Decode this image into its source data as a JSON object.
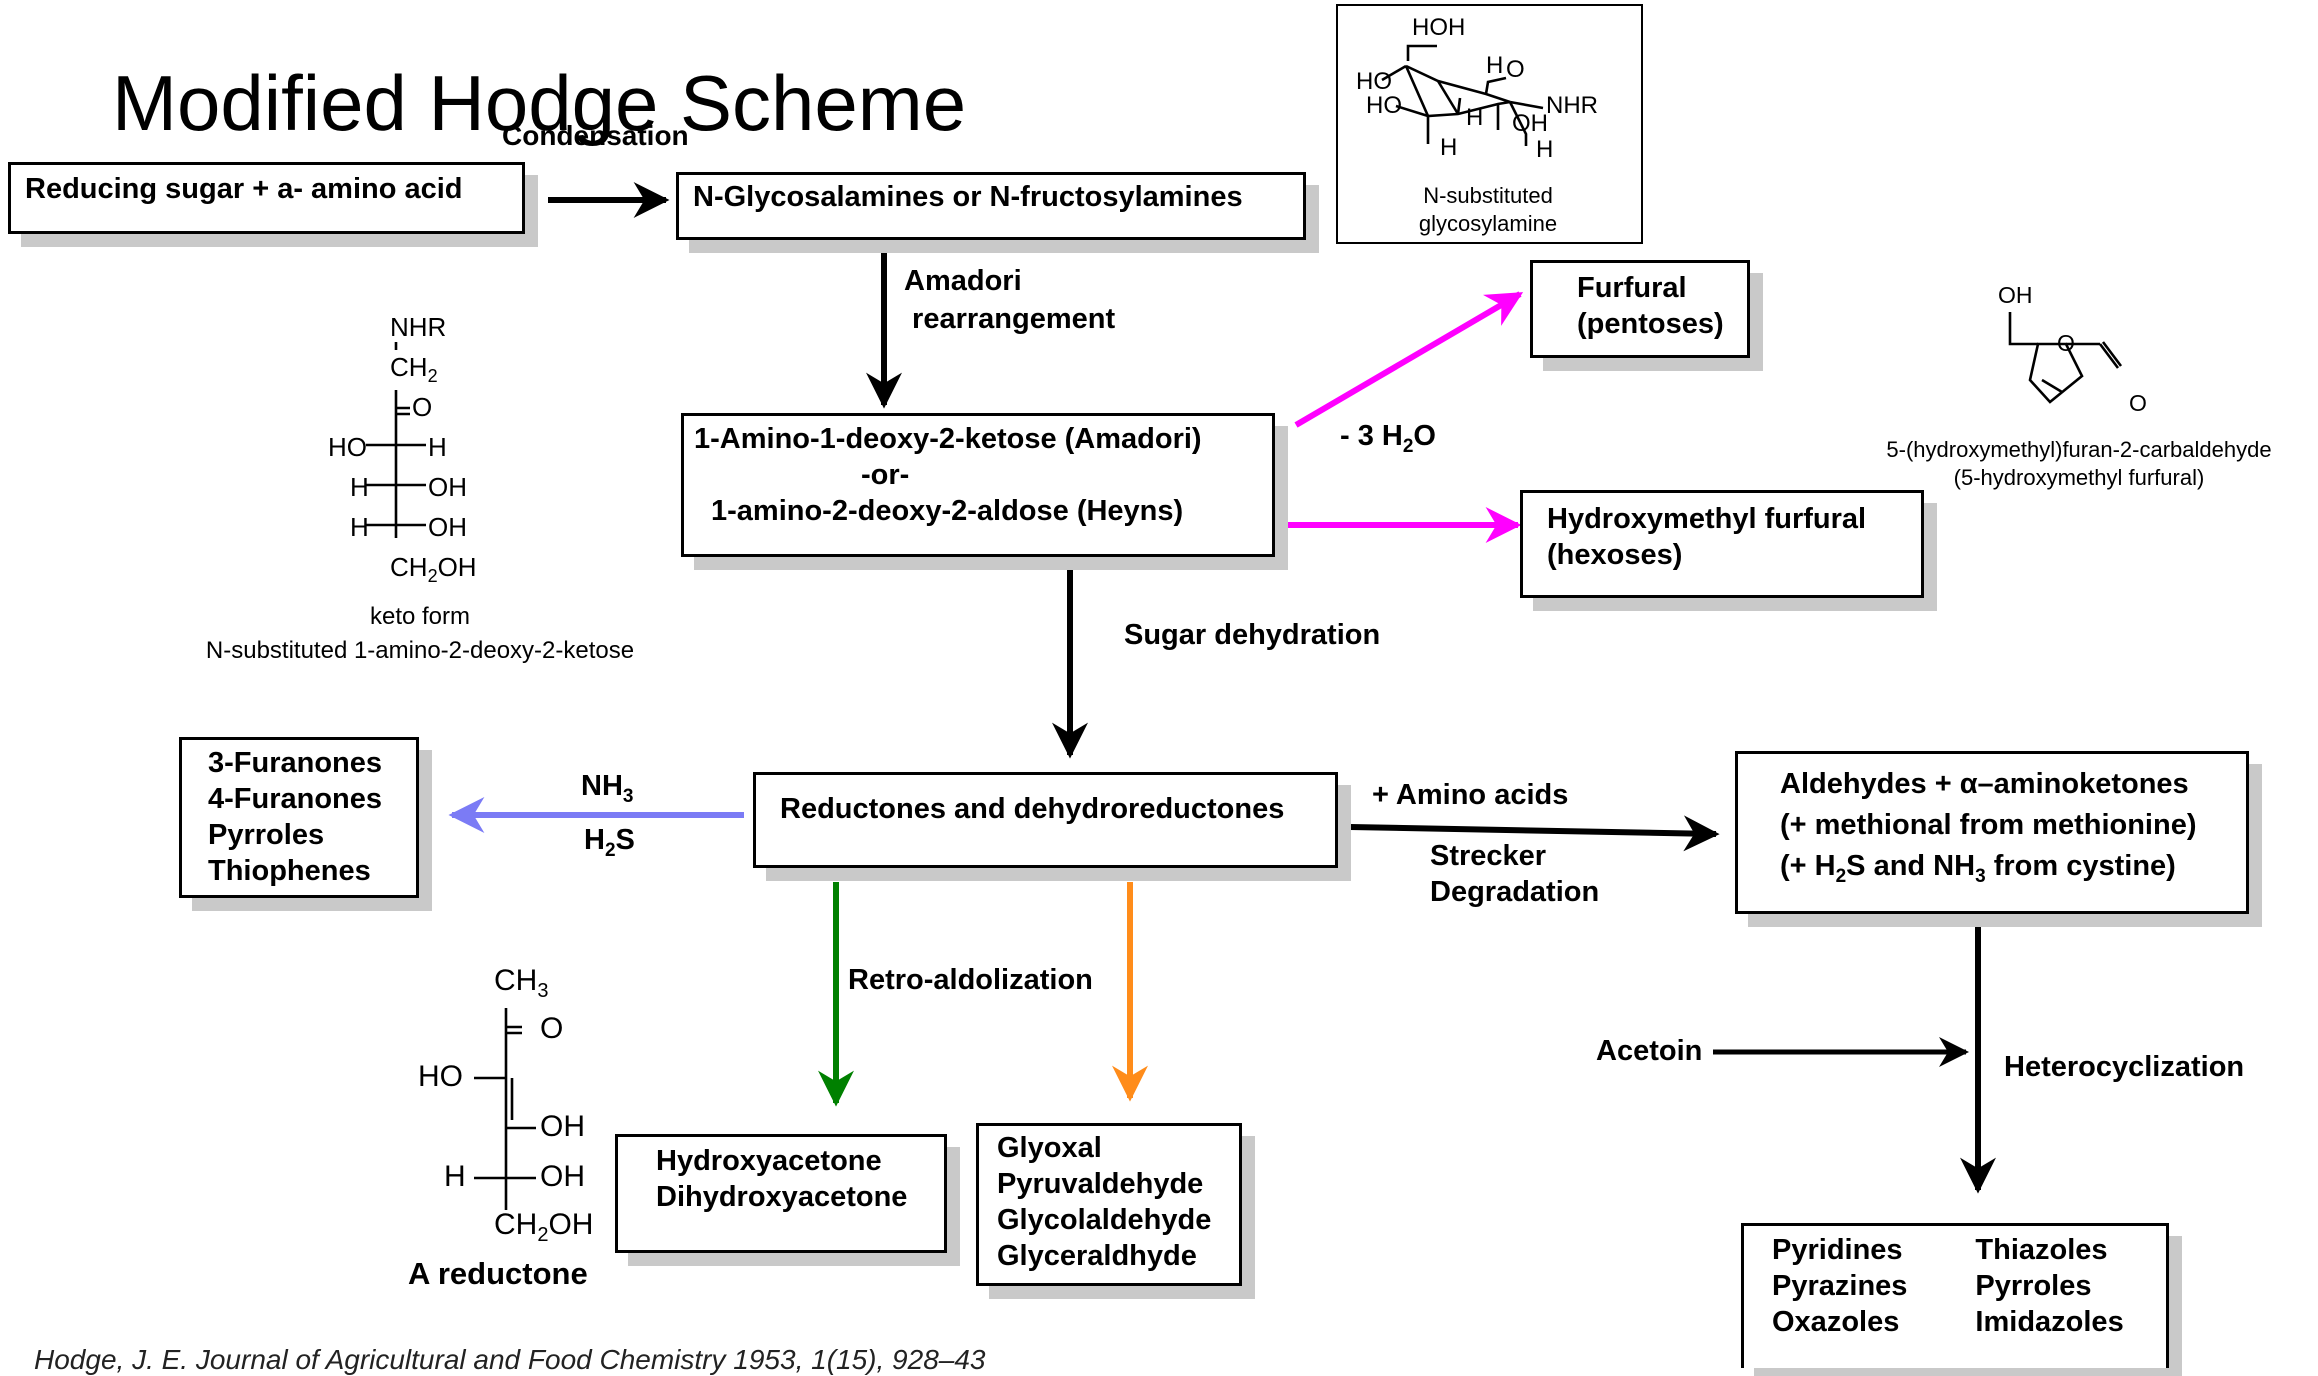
{
  "title": "Modified Hodge  Scheme",
  "edge_labels": {
    "condensation": "Condensation",
    "amadori": [
      "Amadori",
      " rearrangement"
    ],
    "water_loss": "- 3 H",
    "water_loss_sub": "2",
    "water_loss_end": "O",
    "sugar_dehydration": "Sugar dehydration",
    "nh3": "NH",
    "nh3_sub": "3",
    "h2s_a": "H",
    "h2s_sub": "2",
    "h2s_b": "S",
    "amino_acids": "+ Amino acids",
    "strecker": [
      "Strecker",
      "Degradation"
    ],
    "retro_aldolization": "Retro-aldolization",
    "acetoin": "Acetoin",
    "heterocyclization": "Heterocyclization"
  },
  "nodes": {
    "reducing_sugar": "Reducing sugar + a- amino acid",
    "glycosylamines": "N-Glycosalamines or N-fructosylamines",
    "amadori_lines": [
      "1-Amino-1-deoxy-2-ketose  (Amadori)",
      "-or-",
      "1-amino-2-deoxy-2-aldose  (Heyns)"
    ],
    "furfural": [
      "Furfural",
      "(pentoses)"
    ],
    "hmf": [
      "Hydroxymethyl furfural",
      "(hexoses)"
    ],
    "reductones": "Reductones and dehydroreductones",
    "furanones": [
      "3-Furanones",
      "4-Furanones",
      "Pyrroles",
      "Thiophenes"
    ],
    "aldehydes": {
      "line1": "Aldehydes + α–aminoketones",
      "line2": "(+ methional from methionine)",
      "line3_a": "(+ H",
      "line3_sub1": "2",
      "line3_b": "S and NH",
      "line3_sub2": "3",
      "line3_c": " from cystine)"
    },
    "hydroxyacetone": [
      "Hydroxyacetone",
      "Dihydroxyacetone"
    ],
    "glyoxal": [
      "Glyoxal",
      "Pyruvaldehyde",
      "Glycolaldehyde",
      "Glyceraldhyde"
    ],
    "heterocycles_left": [
      "Pyridines",
      "Pyrazines",
      "Oxazoles"
    ],
    "heterocycles_right": [
      "Thiazoles",
      "Pyrroles",
      "Imidazoles"
    ]
  },
  "structures": {
    "glycosylamine_caption": [
      "N-substituted",
      "glycosylamine"
    ],
    "glycosylamine_labels": {
      "hoh": "HOH",
      "ho1": "HO",
      "ho2": "HO",
      "h1": "H",
      "o": "O",
      "nhr": "NHR",
      "h2": "H",
      "oh": "OH",
      "h3": "H",
      "h4": "H"
    },
    "hmf_caption": [
      "5-(hydroxymethyl)furan-2-carbaldehyde",
      "(5-hydroxymethyl furfural)"
    ],
    "hmf_labels": {
      "oh": "OH",
      "o_ring": "O",
      "o_ald": "O"
    },
    "keto_caption": [
      "keto form",
      "N-substituted 1-amino-2-deoxy-2-ketose"
    ],
    "keto_labels": {
      "nhr": "NHR",
      "ch2": "CH",
      "ch2_sub": "2",
      "o": "O",
      "ho": "HO",
      "h_r1": "H",
      "h_l2": "H",
      "oh2": "OH",
      "h_l3": "H",
      "oh3": "OH",
      "ch2oh_a": "CH",
      "ch2oh_sub": "2",
      "ch2oh_b": "OH"
    },
    "reductone_caption": "A reductone",
    "reductone_labels": {
      "ch3": "CH",
      "ch3_sub": "3",
      "o": "O",
      "ho": "HO",
      "oh1": "OH",
      "h": "H",
      "oh2": "OH",
      "ch2oh_a": "CH",
      "ch2oh_sub": "2",
      "ch2oh_b": "OH"
    }
  },
  "reference": "Hodge, J. E.  Journal of Agricultural and Food Chemistry  1953, 1(15), 928–43",
  "colors": {
    "black": "#000000",
    "magenta": "#ff00ff",
    "lavender": "#7b7bf5",
    "green": "#008000",
    "orange": "#ff8c1a",
    "shadow": "#c9c9c9"
  }
}
